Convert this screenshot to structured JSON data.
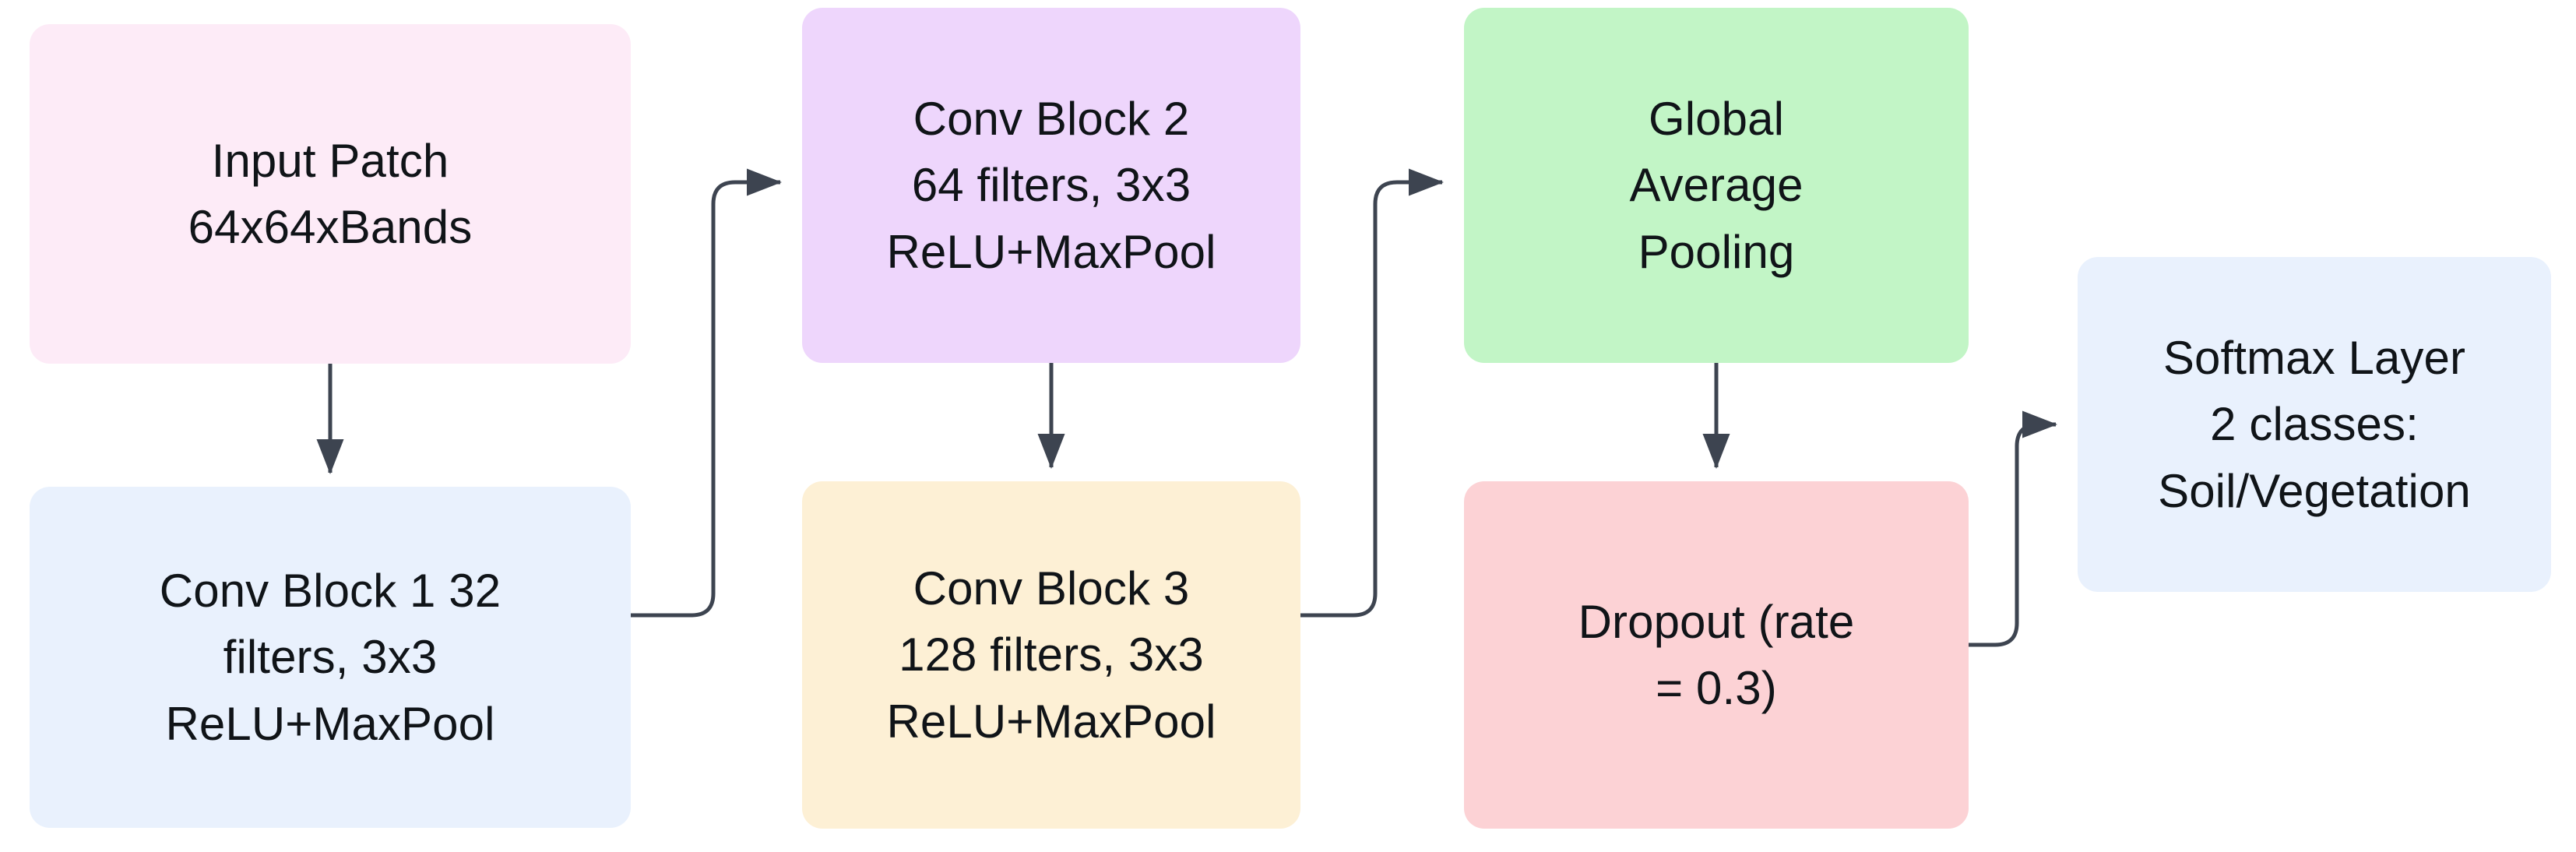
{
  "diagram": {
    "title": "CNN architecture flowchart",
    "background_color": "#ffffff",
    "edge_color": "#3d4450",
    "text_color": "#101418"
  },
  "nodes": [
    {
      "id": "input-patch",
      "lines": [
        "Input Patch",
        "64x64xBands"
      ],
      "fill": "#fdebf7"
    },
    {
      "id": "conv-block-1",
      "lines": [
        "Conv Block 1 32",
        "filters, 3x3",
        "ReLU+MaxPool"
      ],
      "fill": "#e9f1fd"
    },
    {
      "id": "conv-block-2",
      "lines": [
        "Conv Block 2",
        "64 filters, 3x3",
        "ReLU+MaxPool"
      ],
      "fill": "#eed6fc"
    },
    {
      "id": "conv-block-3",
      "lines": [
        "Conv Block 3",
        "128 filters, 3x3",
        "ReLU+MaxPool"
      ],
      "fill": "#fdf0d5"
    },
    {
      "id": "global-average-pooling",
      "lines": [
        "Global",
        "Average",
        "Pooling"
      ],
      "fill": "#c2f5c6"
    },
    {
      "id": "dropout",
      "lines": [
        "Dropout (rate",
        "= 0.3)"
      ],
      "fill": "#fcd2d5"
    },
    {
      "id": "softmax-layer",
      "lines": [
        "Softmax Layer",
        "2 classes:",
        "Soil/Vegetation"
      ],
      "fill": "#e9f1fd"
    }
  ],
  "edges": [
    {
      "id": "input-patch-to-conv-block-1",
      "from": "input-patch",
      "to": "conv-block-1",
      "direction": "down"
    },
    {
      "id": "conv-block-1-to-conv-block-2",
      "from": "conv-block-1",
      "to": "conv-block-2",
      "direction": "right-up"
    },
    {
      "id": "conv-block-2-to-conv-block-3",
      "from": "conv-block-2",
      "to": "conv-block-3",
      "direction": "down"
    },
    {
      "id": "conv-block-3-to-global-average-pooling",
      "from": "conv-block-3",
      "to": "global-average-pooling",
      "direction": "right-up"
    },
    {
      "id": "global-average-pooling-to-dropout",
      "from": "global-average-pooling",
      "to": "dropout",
      "direction": "down"
    },
    {
      "id": "dropout-to-softmax-layer",
      "from": "dropout",
      "to": "softmax-layer",
      "direction": "right-up"
    }
  ]
}
